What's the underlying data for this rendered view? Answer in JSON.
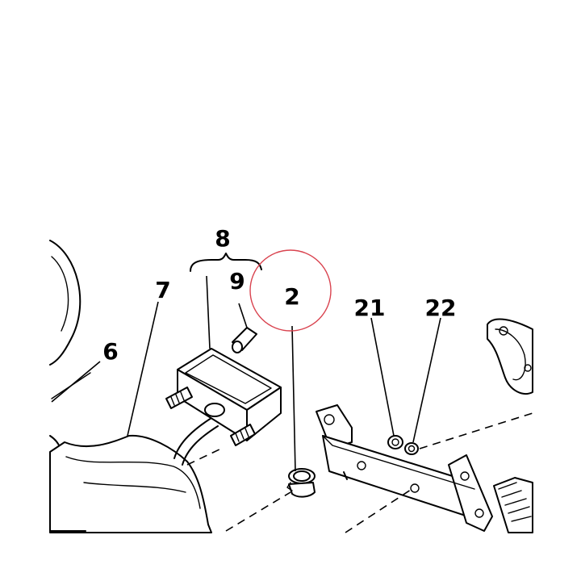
{
  "callouts": {
    "c2": "2",
    "c6": "6",
    "c7": "7",
    "c8": "8",
    "c9": "9",
    "c21": "21",
    "c22": "22"
  },
  "colors": {
    "line": "#000000",
    "background": "#ffffff",
    "highlight_circle": "#d9434f"
  },
  "highlighted_callout": "2"
}
